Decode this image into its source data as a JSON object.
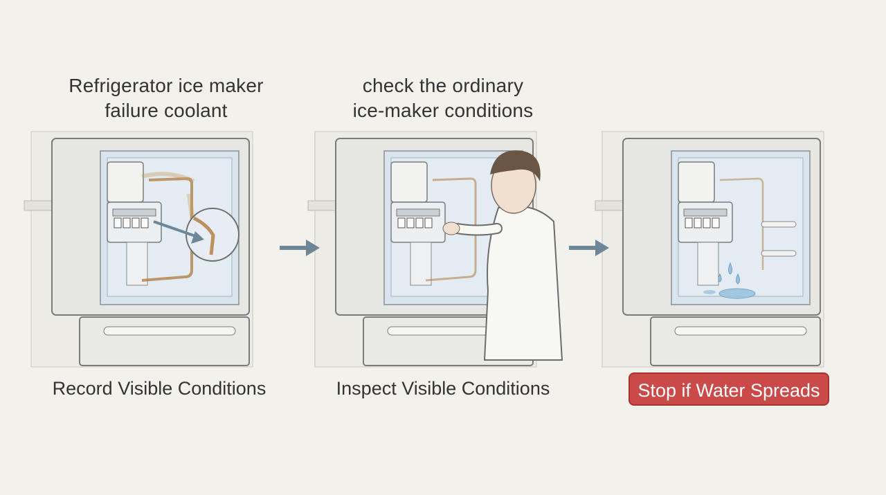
{
  "panels": [
    {
      "title_lines": [
        "Refrigerator ice maker",
        "failure coolant"
      ],
      "caption": "Record Visible Conditions"
    },
    {
      "title_lines": [
        "check the ordinary",
        "ice-maker conditions"
      ],
      "caption": "Inspect Visible Conditions"
    },
    {
      "title_lines": [],
      "caption": "Stop if Water Spreads"
    }
  ],
  "colors": {
    "background": "#f2f1ec",
    "stop_badge": "#c94a48",
    "arrow": "#6d8798",
    "residue": "#b07a3a",
    "water": "#9cc3de"
  },
  "icons": [
    "arrow-right-icon",
    "magnifier-callout-icon",
    "water-drop-icon"
  ]
}
